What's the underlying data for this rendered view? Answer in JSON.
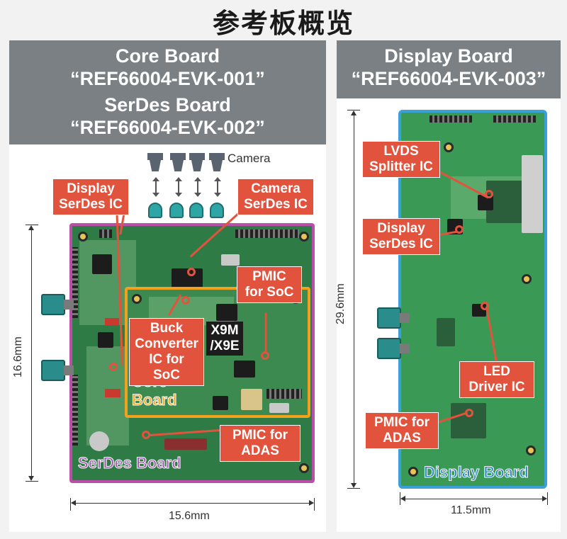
{
  "page_title": "参考板概览",
  "left_banner": {
    "core_board": "Core Board",
    "core_part": "“REF66004-EVK-001”",
    "serdes_board": "SerDes Board",
    "serdes_part": "“REF66004-EVK-002”"
  },
  "right_banner": {
    "display_board": "Display Board",
    "display_part": "“REF66004-EVK-003”"
  },
  "camera_label": "Camera",
  "callouts": {
    "display_serdes_left": [
      "Display",
      "SerDes IC"
    ],
    "camera_serdes": [
      "Camera",
      "SerDes IC"
    ],
    "pmic_soc": [
      "PMIC",
      "for SoC"
    ],
    "buck_converter": [
      "Buck",
      "Converter",
      "IC for SoC"
    ],
    "pmic_adas_left": [
      "PMIC for",
      "ADAS"
    ],
    "lvds_splitter": [
      "LVDS",
      "Splitter IC"
    ],
    "display_serdes_right": [
      "Display",
      "SerDes IC"
    ],
    "led_driver": [
      "LED",
      "Driver IC"
    ],
    "pmic_adas_right": [
      "PMIC for",
      "ADAS"
    ]
  },
  "chip_marking": [
    "X9M",
    "/X9E"
  ],
  "board_names": {
    "core": [
      "Core",
      "Board"
    ],
    "serdes": "SerDes Board",
    "display": "Display Board"
  },
  "dimensions": {
    "serdes_width": "15.6mm",
    "serdes_height": "16.6mm",
    "display_width": "11.5mm",
    "display_height": "29.6mm"
  },
  "colors": {
    "callout": "#e2533d",
    "banner": "#7b8085",
    "serdes_outline": "#b94fa8",
    "core_outline": "#f0a11e",
    "display_outline": "#3aa0d8"
  }
}
